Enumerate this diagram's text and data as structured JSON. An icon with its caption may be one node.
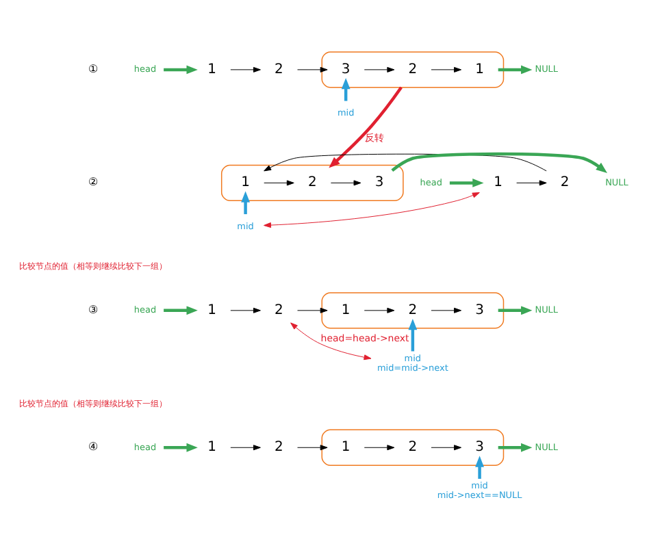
{
  "diagram": {
    "nodes": [
      {
        "text": [
          "head"
        ]
      },
      {
        "text": [
          "1"
        ]
      },
      {
        "text": [
          "2"
        ]
      },
      {
        "text": [],
        "shape": "ellipse"
      },
      {
        "text": [
          "3"
        ],
        "in": 3
      },
      {
        "text": [
          "2"
        ],
        "in": 3
      },
      {
        "text": [
          "1"
        ],
        "in": 3
      },
      {
        "text": [
          "NULL"
        ]
      },
      {
        "text": [
          "mid"
        ]
      },
      {
        "text": [
          "head"
        ]
      },
      {
        "text": [
          "1"
        ]
      },
      {
        "text": [
          "2"
        ]
      },
      {
        "text": [],
        "shape": "ellipse"
      },
      {
        "text": [
          "1"
        ],
        "in": 12
      },
      {
        "text": [
          "2"
        ],
        "in": 12
      },
      {
        "text": [
          "3"
        ],
        "in": 12
      },
      {
        "text": [
          "NULL"
        ]
      },
      {
        "text": [
          "mid"
        ]
      },
      {
        "text": [
          "head"
        ]
      },
      {
        "text": [
          "1"
        ]
      },
      {
        "text": [
          "2"
        ]
      },
      {
        "text": [],
        "shape": "ellipse"
      },
      {
        "text": [
          "1"
        ],
        "in": 21
      },
      {
        "text": [
          "2"
        ],
        "in": 21
      },
      {
        "text": [
          "3"
        ],
        "in": 21
      },
      {
        "text": [
          "NULL"
        ]
      },
      {
        "text": [
          "mid"
        ],
        "beside": [
          "mid=mid->next"
        ]
      },
      {
        "text": [
          "head"
        ]
      },
      {
        "text": [
          "1"
        ]
      },
      {
        "text": [
          "2"
        ]
      },
      {
        "text": [],
        "shape": "ellipse"
      },
      {
        "text": [
          "1"
        ],
        "in": 30
      },
      {
        "text": [
          "2"
        ],
        "in": 30
      },
      {
        "text": [
          "3"
        ],
        "in": 30
      },
      {
        "text": [
          "NULL"
        ]
      },
      {
        "text": [
          "mid"
        ],
        "beside": [
          "mid->next==NULL"
        ]
      }
    ],
    "edges": [
      {
        "from": 0,
        "to": 1,
        "arrow": "to",
        "style": "thick",
        "color": "#3aa655"
      },
      {
        "from": 1,
        "to": 2,
        "arrow": "to"
      },
      {
        "from": 2,
        "to": 4,
        "arrow": "to"
      },
      {
        "from": 4,
        "to": 5,
        "arrow": "to"
      },
      {
        "from": 5,
        "to": 6,
        "arrow": "to"
      },
      {
        "from": 6,
        "to": 7,
        "arrow": "to",
        "style": "thick",
        "color": "#3aa655"
      },
      {
        "from": 8,
        "to": 4,
        "arrow": "to",
        "style": "thick",
        "color": "#2a9fd8"
      },
      {
        "from": 3,
        "to": 12,
        "arrow": "to",
        "style": "thick",
        "color": "#e02030",
        "label": "反转"
      },
      {
        "from": 9,
        "to": 10,
        "arrow": "to",
        "style": "thick",
        "color": "#3aa655"
      },
      {
        "from": 10,
        "to": 11,
        "arrow": "to"
      },
      {
        "from": 11,
        "to": 13,
        "arrow": "to"
      },
      {
        "from": 13,
        "to": 14,
        "arrow": "to"
      },
      {
        "from": 14,
        "to": 15,
        "arrow": "to"
      },
      {
        "from": 15,
        "to": 16,
        "arrow": "to",
        "style": "thick",
        "color": "#3aa655"
      },
      {
        "from": 17,
        "to": 13,
        "arrow": "to",
        "style": "thick",
        "color": "#2a9fd8"
      },
      {
        "from": 17,
        "to": 10,
        "arrow": "both",
        "color": "#e02030"
      },
      {
        "from": 18,
        "to": 19,
        "arrow": "to",
        "style": "thick",
        "color": "#3aa655"
      },
      {
        "from": 19,
        "to": 20,
        "arrow": "to"
      },
      {
        "from": 20,
        "to": 22,
        "arrow": "to"
      },
      {
        "from": 22,
        "to": 23,
        "arrow": "to"
      },
      {
        "from": 23,
        "to": 24,
        "arrow": "to"
      },
      {
        "from": 24,
        "to": 25,
        "arrow": "to",
        "style": "thick",
        "color": "#3aa655"
      },
      {
        "from": 26,
        "to": 23,
        "arrow": "to",
        "style": "thick",
        "color": "#2a9fd8"
      },
      {
        "from": 20,
        "to": 26,
        "arrow": "both",
        "color": "#e02030",
        "label": "head=head->next"
      },
      {
        "from": 27,
        "to": 28,
        "arrow": "to",
        "style": "thick",
        "color": "#3aa655"
      },
      {
        "from": 28,
        "to": 29,
        "arrow": "to"
      },
      {
        "from": 29,
        "to": 31,
        "arrow": "to"
      },
      {
        "from": 31,
        "to": 32,
        "arrow": "to"
      },
      {
        "from": 32,
        "to": 33,
        "arrow": "to"
      },
      {
        "from": 33,
        "to": 34,
        "arrow": "to",
        "style": "thick",
        "color": "#3aa655"
      },
      {
        "from": 35,
        "to": 33,
        "arrow": "to",
        "style": "thick",
        "color": "#2a9fd8"
      }
    ],
    "labels": [
      "①",
      "②",
      "比较节点的值（相等则继续比较下一组）",
      "③",
      "比较节点的值（相等则继续比较下一组）",
      "④"
    ]
  }
}
